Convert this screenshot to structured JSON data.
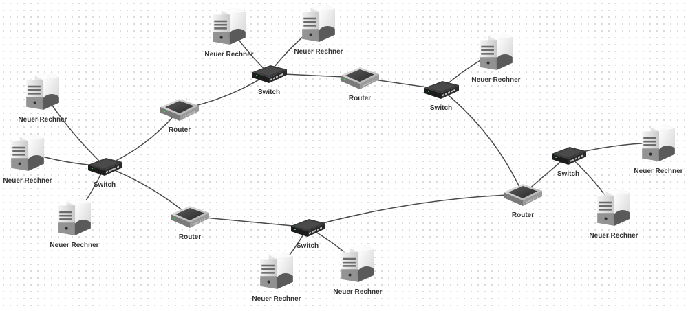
{
  "diagram": {
    "nodes": [
      {
        "id": "pc1",
        "type": "computer",
        "label": "Neuer Rechner"
      },
      {
        "id": "pc2",
        "type": "computer",
        "label": "Neuer Rechner"
      },
      {
        "id": "pc3",
        "type": "computer",
        "label": "Neuer Rechner"
      },
      {
        "id": "pc4",
        "type": "computer",
        "label": "Neuer Rechner"
      },
      {
        "id": "pc5",
        "type": "computer",
        "label": "Neuer Rechner"
      },
      {
        "id": "pc6",
        "type": "computer",
        "label": "Neuer Rechner"
      },
      {
        "id": "pc7",
        "type": "computer",
        "label": "Neuer Rechner"
      },
      {
        "id": "pc8",
        "type": "computer",
        "label": "Neuer Rechner"
      },
      {
        "id": "pc9",
        "type": "computer",
        "label": "Neuer Rechner"
      },
      {
        "id": "pc10",
        "type": "computer",
        "label": "Neuer Rechner"
      },
      {
        "id": "sw1",
        "type": "switch",
        "label": "Switch"
      },
      {
        "id": "sw2",
        "type": "switch",
        "label": "Switch"
      },
      {
        "id": "sw3",
        "type": "switch",
        "label": "Switch"
      },
      {
        "id": "sw4",
        "type": "switch",
        "label": "Switch"
      },
      {
        "id": "sw5",
        "type": "switch",
        "label": "Switch"
      },
      {
        "id": "r1",
        "type": "router",
        "label": "Router"
      },
      {
        "id": "r2",
        "type": "router",
        "label": "Router"
      },
      {
        "id": "r3",
        "type": "router",
        "label": "Router"
      },
      {
        "id": "r4",
        "type": "router",
        "label": "Router"
      }
    ],
    "links": [
      [
        "pc1",
        "sw1"
      ],
      [
        "pc2",
        "sw1"
      ],
      [
        "pc3",
        "sw1"
      ],
      [
        "sw1",
        "r1"
      ],
      [
        "sw1",
        "r2"
      ],
      [
        "r1",
        "sw2"
      ],
      [
        "pc4",
        "sw2"
      ],
      [
        "pc5",
        "sw2"
      ],
      [
        "sw2",
        "r3"
      ],
      [
        "r3",
        "sw3"
      ],
      [
        "pc6",
        "sw3"
      ],
      [
        "sw3",
        "r4"
      ],
      [
        "r4",
        "sw4"
      ],
      [
        "pc7",
        "sw4"
      ],
      [
        "pc8",
        "sw4"
      ],
      [
        "r4",
        "sw5"
      ],
      [
        "r2",
        "sw5"
      ],
      [
        "pc9",
        "sw5"
      ],
      [
        "pc10",
        "sw5"
      ]
    ]
  },
  "colors": {
    "link": "#4a4a4a",
    "label": "#333333",
    "grid_dot": "#d4d4d4"
  }
}
